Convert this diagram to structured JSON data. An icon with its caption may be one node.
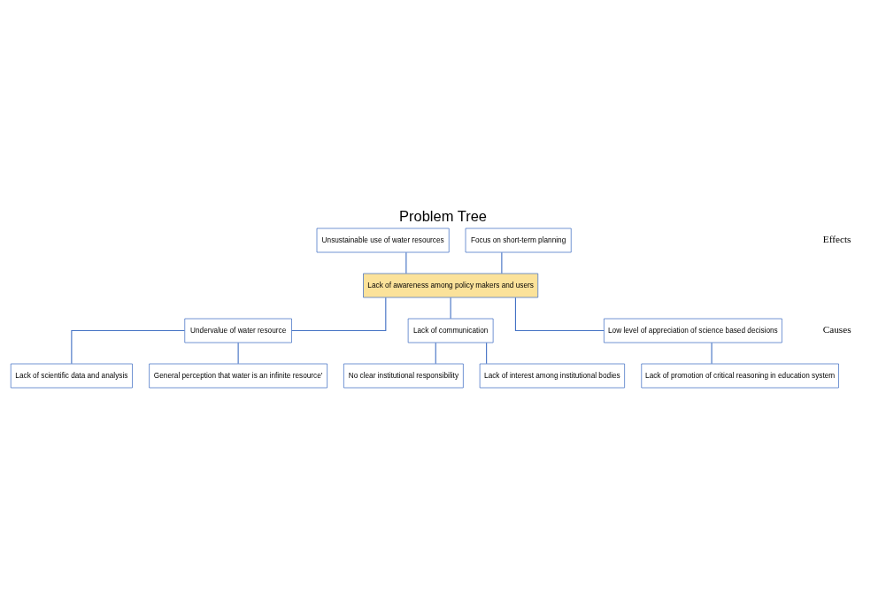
{
  "diagram": {
    "title": "Problem Tree",
    "nodes": [
      {
        "text": [
          "Unsustainable use of water resources"
        ]
      },
      {
        "text": [
          "Focus on short-term planning"
        ]
      },
      {
        "text": [
          "Lack of awareness among policy makers and users"
        ]
      },
      {
        "text": [
          "Undervalue of water resource"
        ]
      },
      {
        "text": [
          "Lack of communication"
        ]
      },
      {
        "text": [
          "Low level of appreciation of science based decisions"
        ]
      },
      {
        "text": [
          "Lack of scientific data and analysis"
        ]
      },
      {
        "text": [
          "General perception that water is an infinite resource'"
        ]
      },
      {
        "text": [
          "No clear institutional responsibility"
        ]
      },
      {
        "text": [
          "Lack of interest among institutional bodies"
        ]
      },
      {
        "text": [
          "Lack of promotion of critical reasoning in education system"
        ]
      }
    ],
    "edges": [
      {
        "from": 0,
        "to": 2,
        "arrow": "none"
      },
      {
        "from": 1,
        "to": 2,
        "arrow": "none"
      },
      {
        "from": 2,
        "to": 3,
        "arrow": "none"
      },
      {
        "from": 2,
        "to": 4,
        "arrow": "none"
      },
      {
        "from": 2,
        "to": 5,
        "arrow": "none"
      },
      {
        "from": 3,
        "to": 6,
        "arrow": "none"
      },
      {
        "from": 3,
        "to": 7,
        "arrow": "none"
      },
      {
        "from": 4,
        "to": 8,
        "arrow": "none"
      },
      {
        "from": 4,
        "to": 9,
        "arrow": "none"
      },
      {
        "from": 5,
        "to": 10,
        "arrow": "none"
      }
    ],
    "labels": [
      "Effects",
      "Causes"
    ]
  }
}
